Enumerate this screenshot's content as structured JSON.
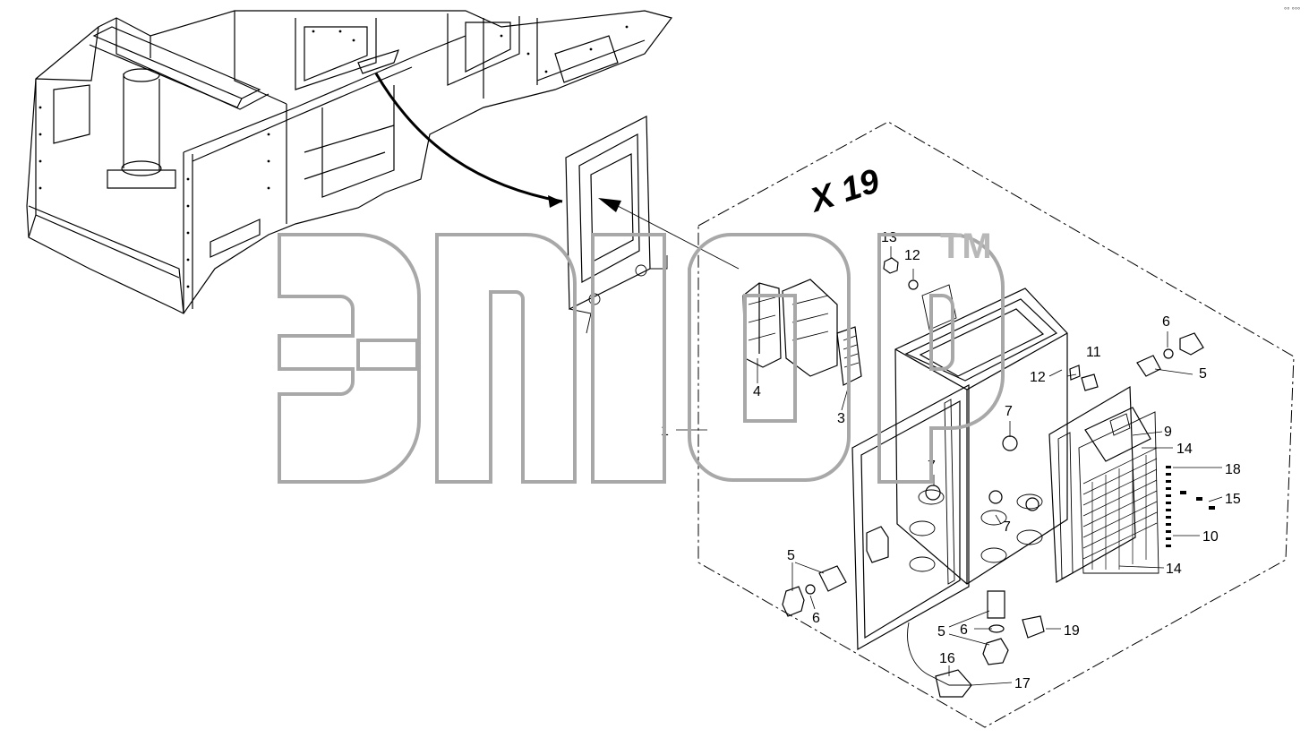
{
  "view_label": "X 19",
  "trademark": "TM",
  "corner_mark": "°° °°°",
  "callouts": [
    {
      "id": "c1",
      "text": "1"
    },
    {
      "id": "c3",
      "text": "3"
    },
    {
      "id": "c4",
      "text": "4"
    },
    {
      "id": "c5a",
      "text": "5"
    },
    {
      "id": "c5b",
      "text": "5"
    },
    {
      "id": "c5c",
      "text": "5"
    },
    {
      "id": "c6a",
      "text": "6"
    },
    {
      "id": "c6b",
      "text": "6"
    },
    {
      "id": "c6c",
      "text": "6"
    },
    {
      "id": "c7a",
      "text": "7"
    },
    {
      "id": "c7b",
      "text": "7"
    },
    {
      "id": "c7c",
      "text": "7"
    },
    {
      "id": "c9",
      "text": "9"
    },
    {
      "id": "c10",
      "text": "10"
    },
    {
      "id": "c11",
      "text": "11"
    },
    {
      "id": "c12a",
      "text": "12"
    },
    {
      "id": "c12b",
      "text": "12"
    },
    {
      "id": "c13",
      "text": "13"
    },
    {
      "id": "c14a",
      "text": "14"
    },
    {
      "id": "c14b",
      "text": "14"
    },
    {
      "id": "c15",
      "text": "15"
    },
    {
      "id": "c16",
      "text": "16"
    },
    {
      "id": "c17",
      "text": "17"
    },
    {
      "id": "c18",
      "text": "18"
    },
    {
      "id": "c19",
      "text": "19"
    }
  ],
  "colors": {
    "ink": "#000000",
    "watermark": "#a8a8a8",
    "background": "#ffffff"
  }
}
